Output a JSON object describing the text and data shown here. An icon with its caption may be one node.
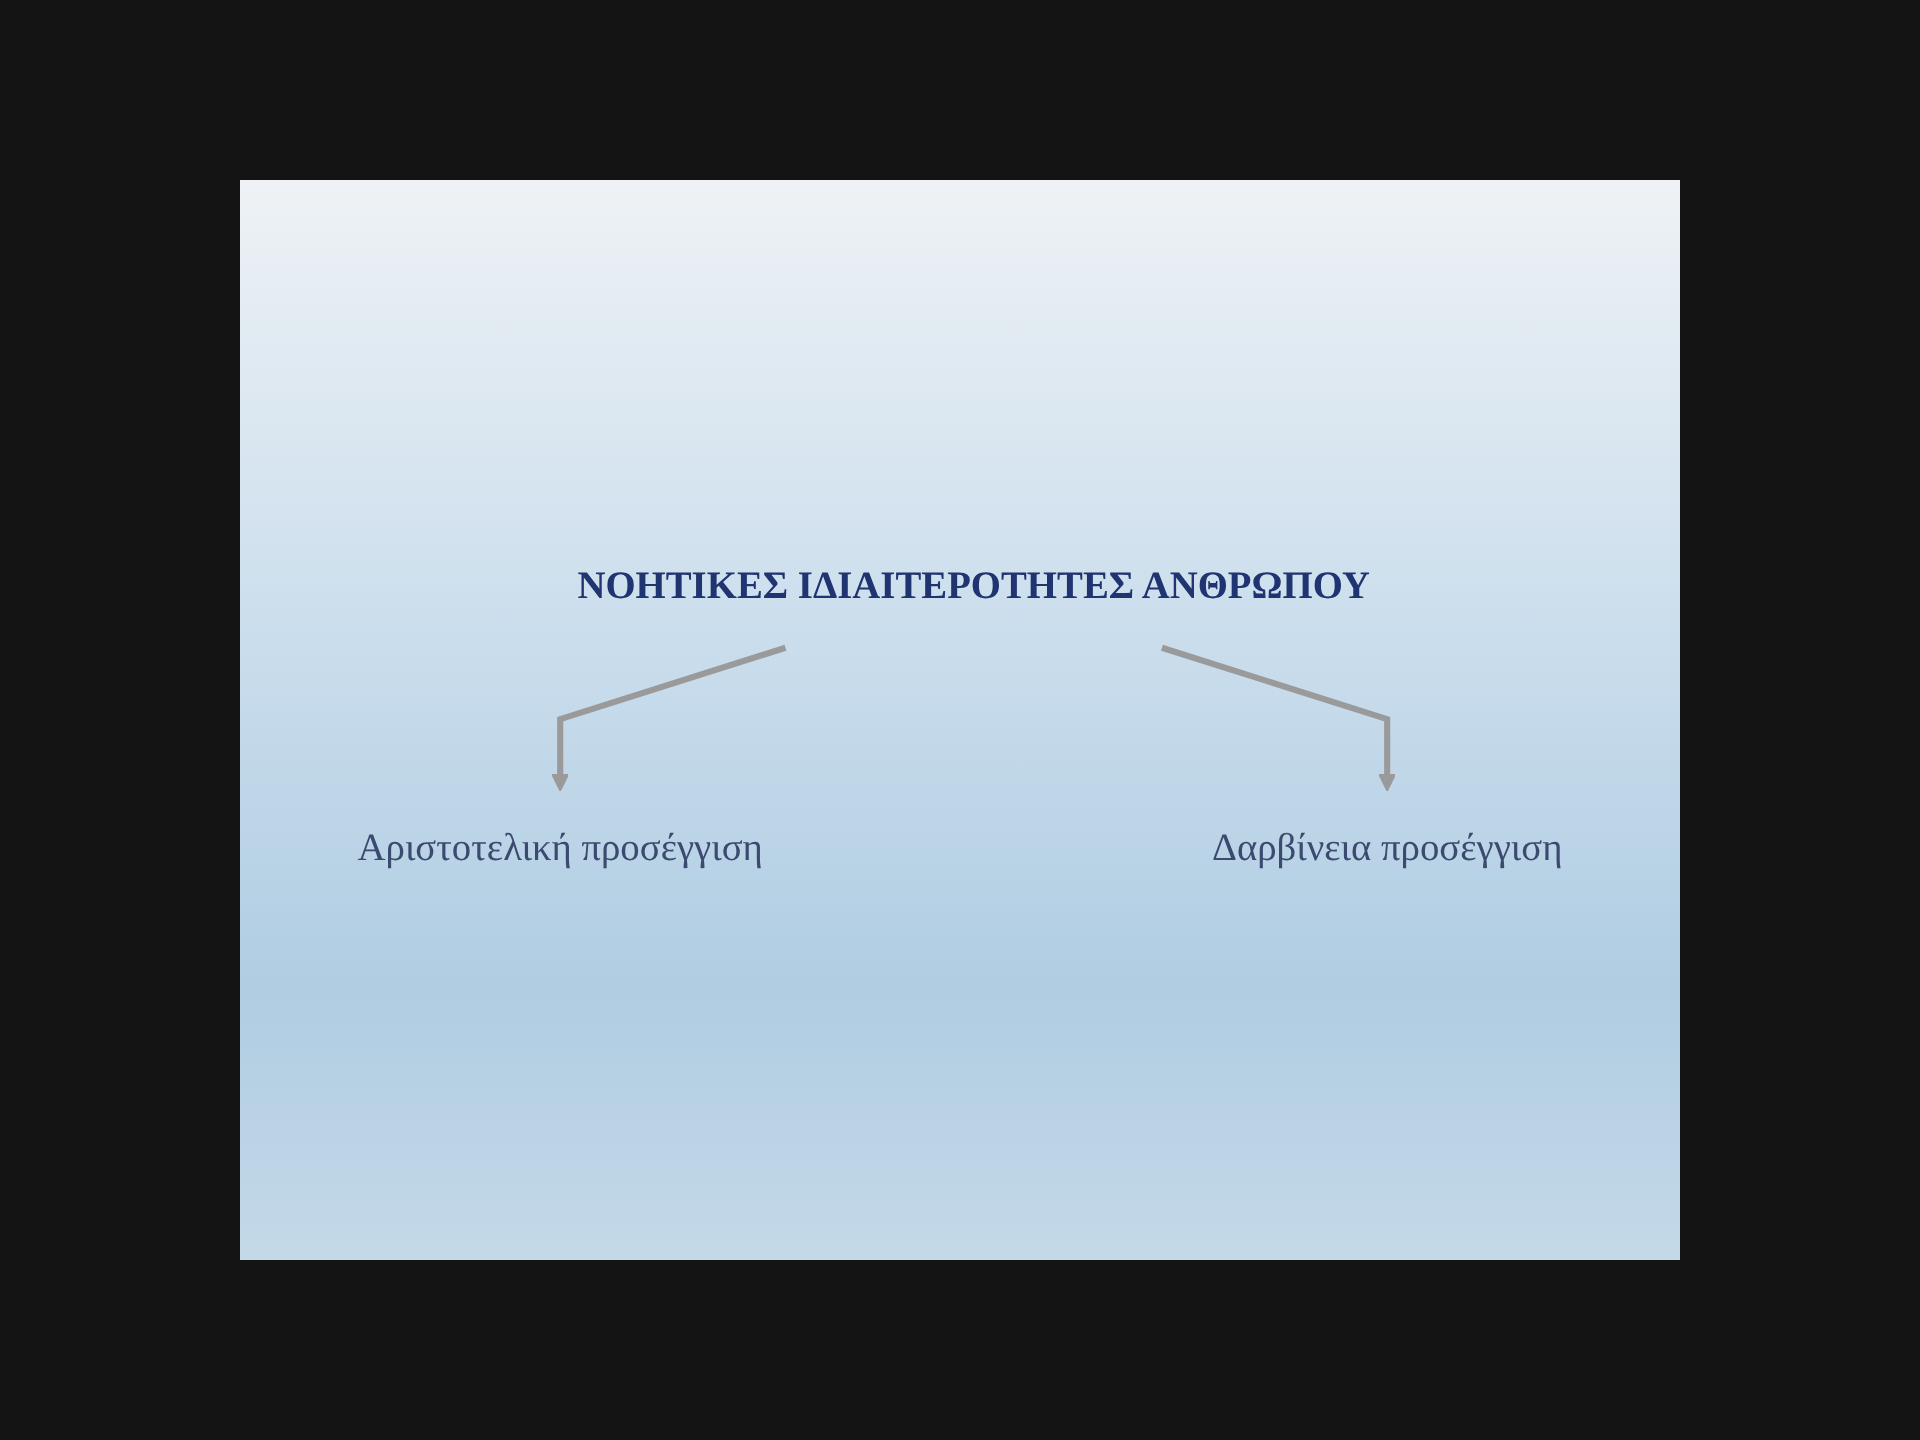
{
  "diagram": {
    "nodes": [
      {
        "text": [
          "ΝΟΗΤΙΚΕΣ ΙΔΙΑΙΤΕΡΟΤΗΤΕΣ  ΑΝΘΡΩΠΟΥ"
        ]
      },
      {
        "text": [
          "Αριστοτελική προσέγγιση"
        ]
      },
      {
        "text": [
          "Δαρβίνεια προσέγγιση"
        ]
      }
    ],
    "edges": [
      {
        "from": 0,
        "to": 1,
        "arrow": "to"
      },
      {
        "from": 0,
        "to": 2,
        "arrow": "to"
      }
    ]
  }
}
